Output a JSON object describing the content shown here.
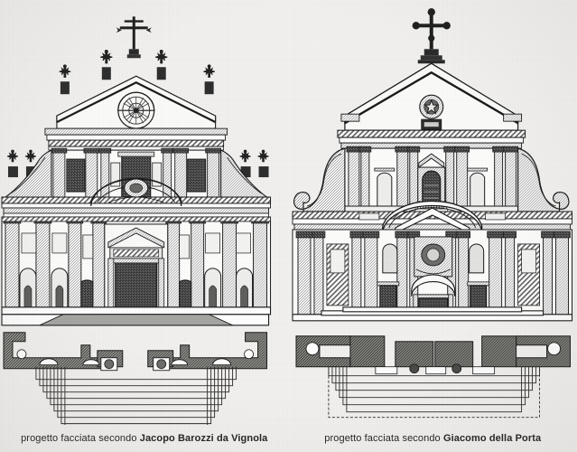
{
  "plate": {
    "background_color": "#f2f1ef",
    "ink_color": "#1b1b1b",
    "title_not_shown": ""
  },
  "panels": [
    {
      "id": "left",
      "subject": "church-facade-elevation",
      "architect_prefix": "progetto facciata secondo",
      "architect": "Jacopo Barozzi da Vignola",
      "elevation": {
        "storeys": 2,
        "crowning": "triangular pediment with rose window",
        "finials": [
          "cross",
          "angel statue",
          "angel statue",
          "angel statue",
          "angel statue",
          "angel statue",
          "angel statue"
        ],
        "bays_upper": 3,
        "bays_lower": 5,
        "portals": 3,
        "niches_with_statues": 4,
        "has_stylobate_steps": true
      },
      "plan": {
        "label_not_shown": "",
        "piers": 6,
        "step_lines": 9,
        "description": "ground plan of facade with flight of steps"
      }
    },
    {
      "id": "right",
      "subject": "church-facade-elevation",
      "architect_prefix": "progetto facciata secondo",
      "architect": "Giacomo della Porta",
      "elevation": {
        "storeys": 2,
        "crowning": "triangular pediment with coat of arms and tablet",
        "finials": [
          "cross"
        ],
        "volutes": 2,
        "bays_upper": 3,
        "bays_lower": 5,
        "portals": 3,
        "aedicule_windows": 3,
        "has_stylobate_steps": true
      },
      "plan": {
        "label_not_shown": "",
        "piers": 6,
        "step_lines": 7,
        "description": "ground plan of facade with flight of steps"
      }
    }
  ],
  "captions": {
    "left": {
      "prefix": "progetto facciata secondo ",
      "name": "Jacopo Barozzi da Vignola"
    },
    "right": {
      "prefix": "progetto facciata secondo ",
      "name": "Giacomo della Porta"
    }
  }
}
